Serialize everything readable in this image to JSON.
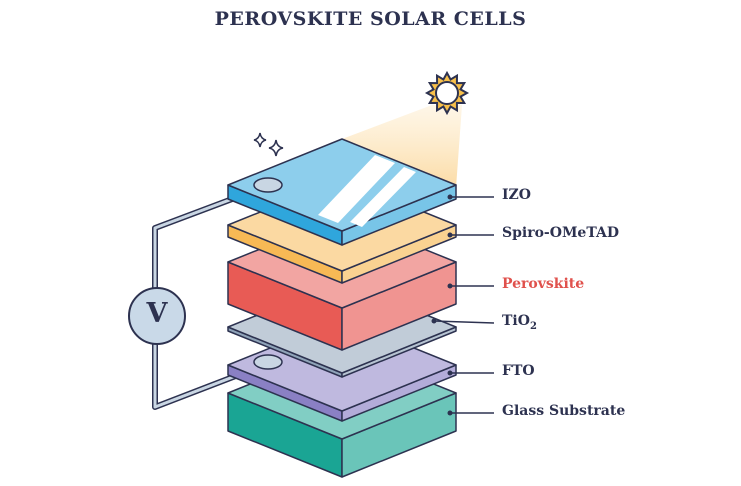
{
  "title": "PEROVSKITE SOLAR CELLS",
  "meter_label": "V",
  "layers": [
    {
      "name": "IZO",
      "color": "#2fa6dc",
      "label_color": "#2d3250"
    },
    {
      "name": "Spiro-OMeTAD",
      "color": "#f7b955",
      "label_color": "#2d3250"
    },
    {
      "name": "Perovskite",
      "color": "#e85b55",
      "label_color": "#e0514c"
    },
    {
      "name": "TiO",
      "sub": "2",
      "color": "#8fa3b8",
      "label_color": "#2d3250"
    },
    {
      "name": "FTO",
      "color": "#8a80c4",
      "label_color": "#2d3250"
    },
    {
      "name": "Glass Substrate",
      "color": "#1aa594",
      "label_color": "#2d3250"
    }
  ]
}
